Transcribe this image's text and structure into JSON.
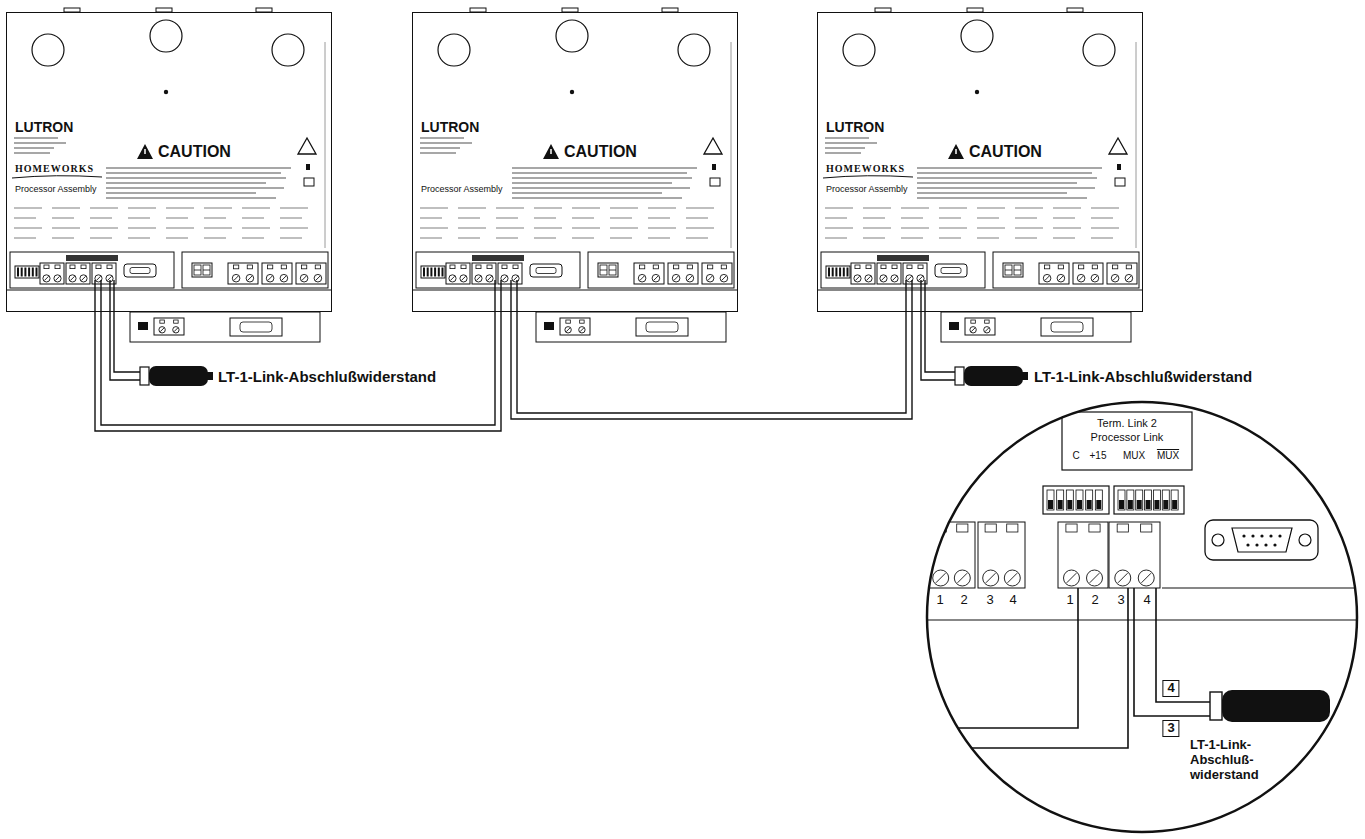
{
  "diagram": {
    "nodes": [
      {
        "text": [
          "LUTRON",
          "CAUTION",
          "HOMEWORKS",
          "Processor Assembly"
        ]
      },
      {
        "text": [
          "LUTRON",
          "CAUTION",
          "Processor Assembly"
        ]
      },
      {
        "text": [
          "LUTRON",
          "CAUTION",
          "HOMEWORKS",
          "Processor Assembly"
        ]
      }
    ],
    "edges": [
      {
        "from": 0,
        "to": 1,
        "arrow": "none"
      },
      {
        "from": 1,
        "to": 2,
        "arrow": "none"
      }
    ],
    "labels": [
      "LT-1-Link-Abschlußwiderstand",
      "LT-1-Link-Abschlußwiderstand",
      "Term. Link 2",
      "Processor Link",
      "C",
      "+15",
      "MUX",
      "MUX",
      "1",
      "2",
      "3",
      "4",
      "1",
      "2",
      "3",
      "4",
      "4",
      "3",
      "LT-1-Link- Abschluß- widerstand"
    ]
  }
}
